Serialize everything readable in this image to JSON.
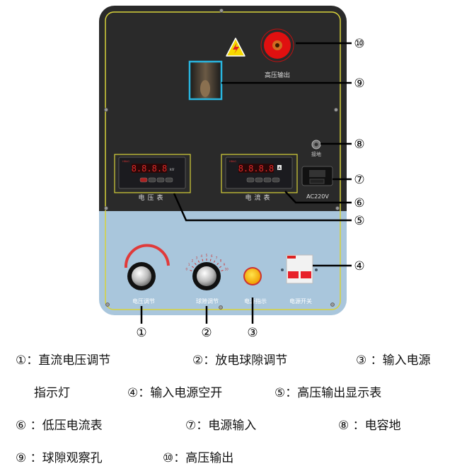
{
  "panel": {
    "hv_output_label": "高压输出",
    "ground_label": "接地",
    "voltmeter_label": "电压表",
    "ammeter_label": "电流表",
    "power_input_label": "AC220V",
    "voltage_knob_label": "电压调节",
    "gap_knob_label": "球隙调节",
    "indicator_label": "电源指示",
    "switch_label": "电源开关",
    "voltmeter_unit": "kV",
    "ammeter_unit": "A",
    "meter_brand": "HBAG",
    "meter_digits": "8.8.8.8",
    "dial_ticks": [
      "0",
      "1",
      "2",
      "3",
      "4",
      "5",
      "6",
      "7",
      "8",
      "9",
      "10"
    ]
  },
  "callouts": [
    "①",
    "②",
    "③",
    "④",
    "⑤",
    "⑥",
    "⑦",
    "⑧",
    "⑨",
    "⑩"
  ],
  "legend": [
    [
      "①：直流电压调节",
      "②：放电球隙调节",
      "③ ：输入电源"
    ],
    [
      "指示灯",
      "④：输入电源空开",
      "⑤：高压输出显示表"
    ],
    [
      "⑥ ：低压电流表",
      "⑦：电源输入",
      "⑧ ：电容地"
    ],
    [
      "⑨ ：球隙观察孔",
      "⑩：高压输出"
    ]
  ],
  "colors": {
    "top_panel": "#2b2b2b",
    "bottom_panel": "#a9c6dc",
    "trim": "#d8d23a",
    "window_border": "#29b6e0",
    "terminal": "#e01010"
  }
}
